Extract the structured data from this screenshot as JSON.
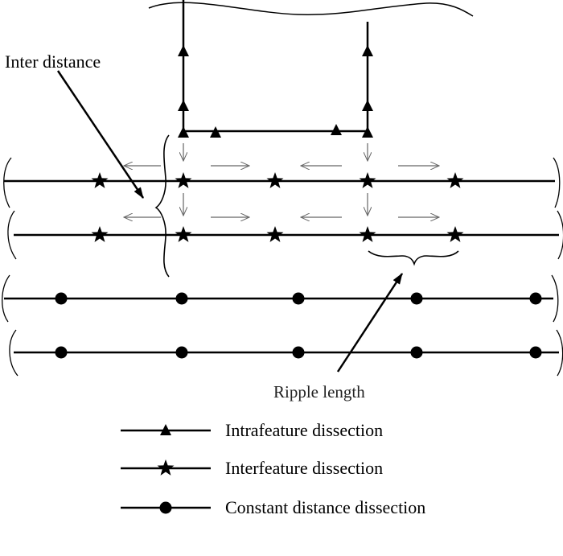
{
  "annotations": {
    "inter_distance": "Inter distance",
    "ripple_length": "Ripple length"
  },
  "legend": [
    {
      "label": "Intrafeature dissection",
      "marker": "triangle"
    },
    {
      "label": "Interfeature dissection",
      "marker": "star"
    },
    {
      "label": "Constant distance dissection",
      "marker": "circle"
    }
  ],
  "colors": {
    "line": "#000000",
    "arrow": "#888888",
    "background": "#ffffff"
  }
}
